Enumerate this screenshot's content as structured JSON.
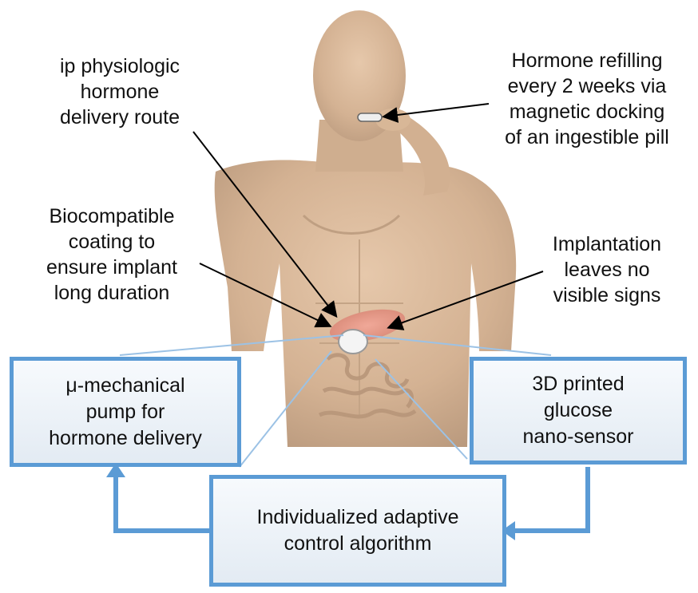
{
  "labels": {
    "route": [
      "ip physiologic",
      "hormone",
      "delivery route"
    ],
    "refill": [
      "Hormone refilling",
      "every 2 weeks via",
      "magnetic docking",
      "of an ingestible pill"
    ],
    "coating": [
      "Biocompatible",
      "coating to",
      "ensure implant",
      "long duration"
    ],
    "implant": [
      "Implantation",
      "leaves no",
      "visible signs"
    ]
  },
  "boxes": {
    "pump": [
      "μ-mechanical",
      "pump for",
      "hormone delivery"
    ],
    "sensor": [
      "3D printed",
      "glucose",
      "nano-sensor"
    ],
    "algorithm": [
      "Individualized adaptive",
      "control algorithm"
    ]
  },
  "colors": {
    "box_border": "#5b9bd5",
    "arrow": "#5b9bd5",
    "skin": "#d9b99b",
    "stomach": "#e8907a"
  }
}
